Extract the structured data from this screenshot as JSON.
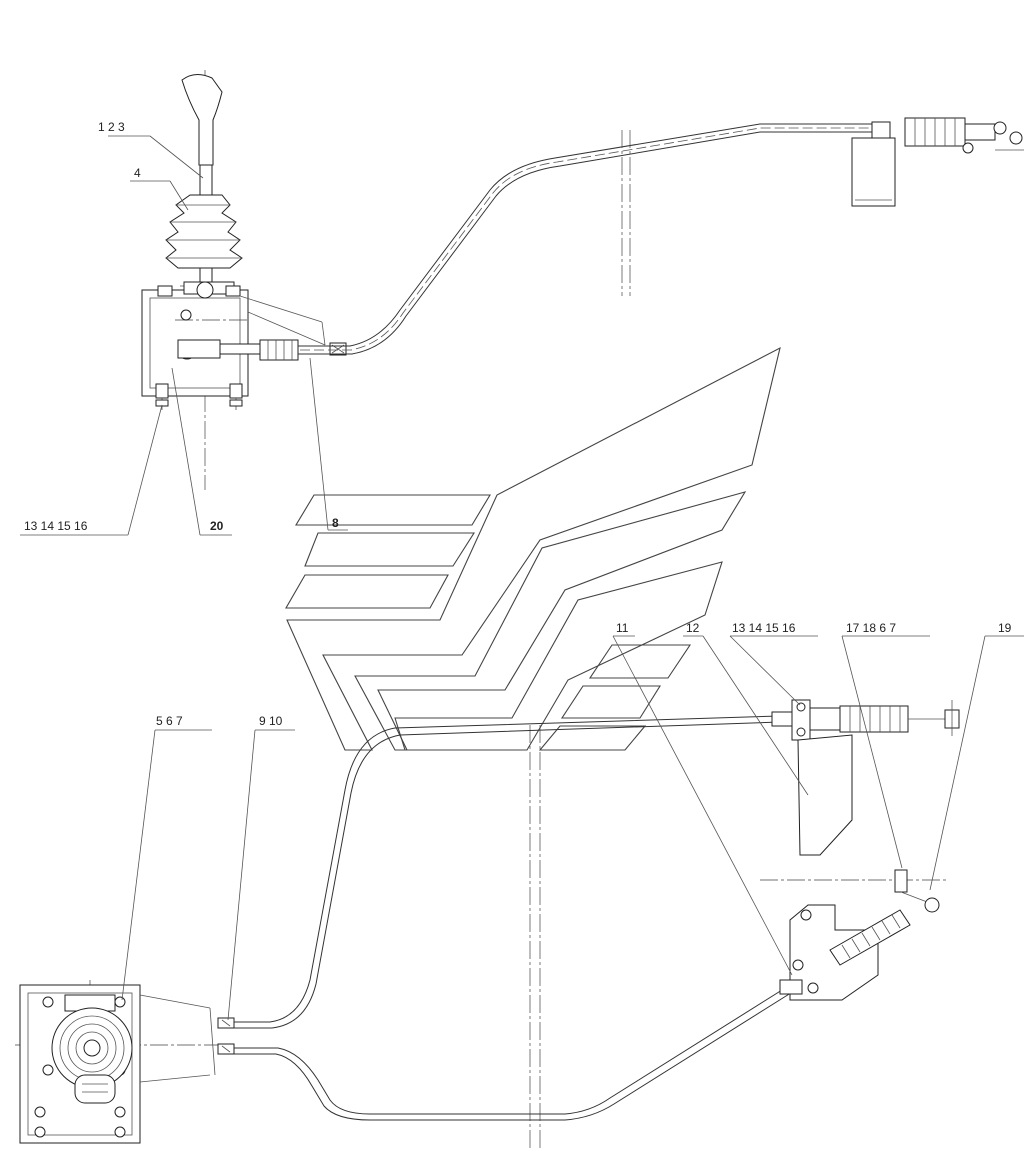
{
  "callouts": {
    "top_123": "1 2 3",
    "top_4": "4",
    "top_13141516": "13 14 15 16",
    "top_20": "20",
    "top_8": "8",
    "bot_567": "5 6 7",
    "bot_910": "9 10",
    "bot_11": "11",
    "bot_12": "12",
    "bot_13141516": "13 14 15 16",
    "bot_1718": "17 18 6 7",
    "bot_19": "19"
  }
}
